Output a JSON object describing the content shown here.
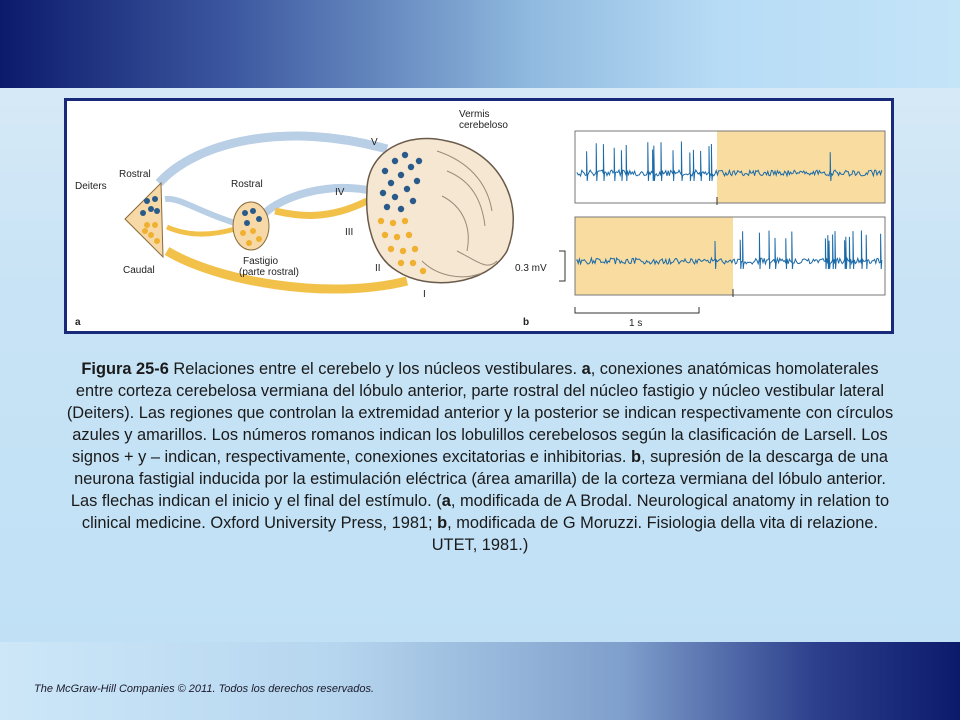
{
  "caption": {
    "figure_label": "Figura 25-6",
    "segments": [
      {
        "text": "Relaciones entre el cerebelo y los núcleos vestibulares. ",
        "bold": false
      },
      {
        "text": "a",
        "bold": true
      },
      {
        "text": ", conexiones anatómicas homolaterales entre corteza cerebelosa vermiana del lóbulo anterior, parte rostral del núcleo fastigio y núcleo vestibular lateral (Deiters). Las regiones que controlan la extremidad anterior y la posterior se indican respectivamente con círculos azules y amarillos. Los números romanos indican los lobulillos cerebelosos según la clasificación de Larsell. Los signos + y – indican, respectivamente, conexiones excitatorias e inhibitorias. ",
        "bold": false
      },
      {
        "text": "b",
        "bold": true
      },
      {
        "text": ", supresión de la descarga de una neurona fastigial inducida por la estimulación eléctrica (área amarilla) de la corteza vermiana del lóbulo anterior. Las flechas indican el inicio y el final del estímulo.  (",
        "bold": false
      },
      {
        "text": "a",
        "bold": true
      },
      {
        "text": ", modificada de A Brodal. Neurological anatomy in relation to clinical medicine. Oxford University Press, 1981; ",
        "bold": false
      },
      {
        "text": "b",
        "bold": true
      },
      {
        "text": ", modificada de G Moruzzi. Fisiologia della vita di relazione. UTET, 1981.)",
        "bold": false
      }
    ]
  },
  "figure": {
    "panel_a_label": "a",
    "panel_b_label": "b",
    "labels": {
      "vermis": "Vermis",
      "cerebeloso": "cerebeloso",
      "rostral_left": "Rostral",
      "deiters": "Deiters",
      "caudal": "Caudal",
      "rostral_mid": "Rostral",
      "fastigio": "Fastigio",
      "parte_rostral": "(parte rostral)",
      "roman_v": "V",
      "roman_iv": "IV",
      "roman_iii": "III",
      "roman_ii": "II",
      "roman_i": "I",
      "voltage": "0.3 mV",
      "time": "1 s"
    }
  },
  "footer": {
    "text": "The McGraw-Hill  Companies © 2011.  Todos los derechos  reservados."
  },
  "colors": {
    "accent_dark": "#0c1a6c",
    "trace": "#1b6aa8",
    "stim_yellow": "#f9dca0",
    "neuron_blue": "#2a5a8a",
    "neuron_yellow": "#f0b030"
  }
}
